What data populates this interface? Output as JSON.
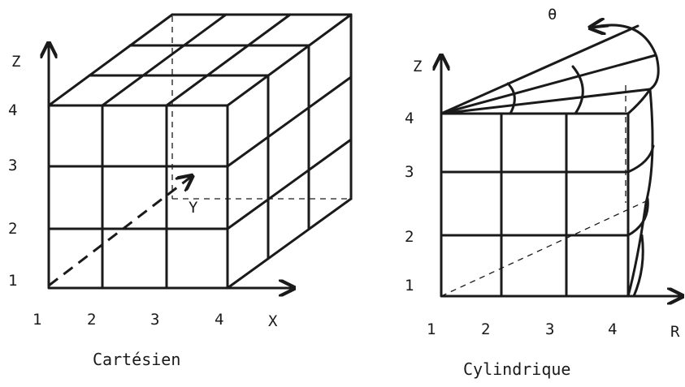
{
  "left_diagram": {
    "title": "Cartésien",
    "z_axis_label": "Z",
    "y_axis_label": "Y",
    "x_axis_label": "X",
    "z_ticks": [
      "4",
      "3",
      "2",
      "1"
    ],
    "x_ticks": [
      "1",
      "2",
      "3",
      "4"
    ]
  },
  "right_diagram": {
    "title": "Cylindrique",
    "z_axis_label": "Z",
    "theta_label": "θ",
    "r_axis_label": "R",
    "z_ticks": [
      "4",
      "3",
      "2",
      "1"
    ],
    "r_ticks": [
      "1",
      "2",
      "3",
      "4"
    ]
  }
}
